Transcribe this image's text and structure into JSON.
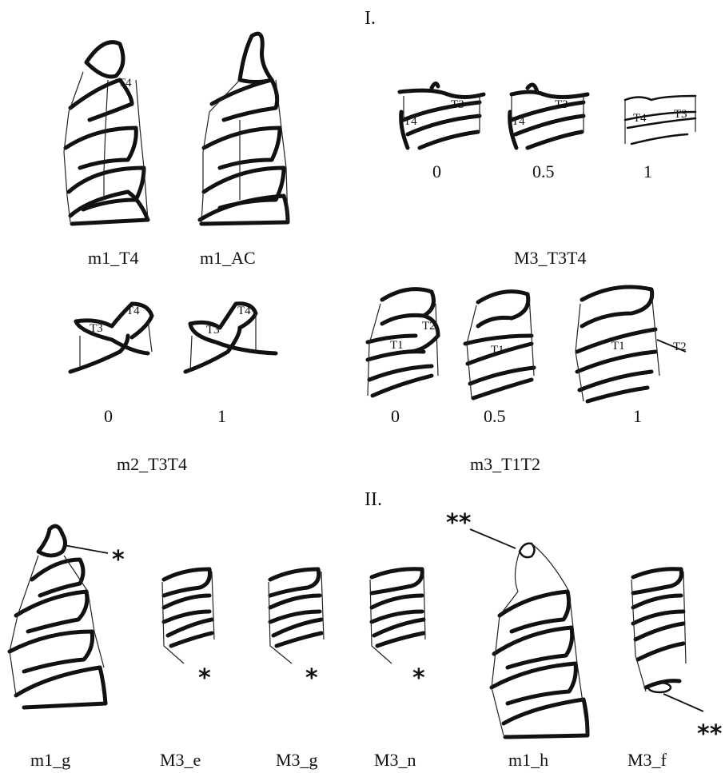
{
  "sections": {
    "first": "I.",
    "second": "II."
  },
  "labels": {
    "m1_T4": "m1_T4",
    "m1_AC": "m1_AC",
    "M3_T3T4": "M3_T3T4",
    "m2_T3T4": "m2_T3T4",
    "m3_T1T2": "m3_T1T2",
    "m1_g": "m1_g",
    "M3_e": "M3_e",
    "M3_g": "M3_g",
    "M3_n": "M3_n",
    "m1_h": "m1_h",
    "M3_f": "M3_f"
  },
  "scores": {
    "M3_T3T4": [
      "0",
      "0.5",
      "1"
    ],
    "m2_T3T4": [
      "0",
      "1"
    ],
    "m3_T1T2": [
      "0",
      "0.5",
      "1"
    ]
  },
  "tags": {
    "T1": "T1",
    "T2": "T2",
    "T3": "T3",
    "T4": "T4"
  },
  "markers": {
    "single": "*",
    "double": "**"
  }
}
